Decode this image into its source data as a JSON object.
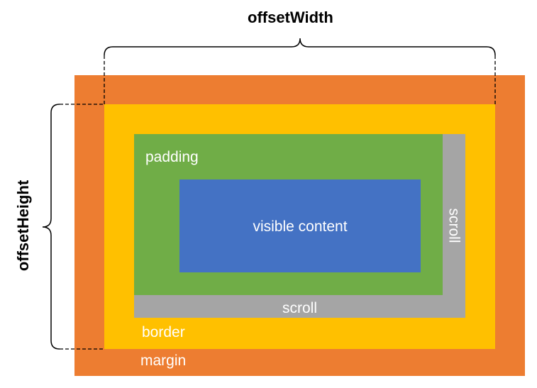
{
  "labels": {
    "offset_width": "offsetWidth",
    "offset_height": "offsetHeight",
    "padding": "padding",
    "visible_content": "visible content",
    "scroll_right": "scroll",
    "scroll_bottom": "scroll",
    "border": "border",
    "margin": "margin"
  },
  "colors": {
    "margin": "#ED7D31",
    "border": "#FFC000",
    "scroll": "#A5A5A5",
    "padding": "#70AD47",
    "content": "#4472C4",
    "label_text": "#FFFFFF",
    "annotation": "#000000"
  }
}
